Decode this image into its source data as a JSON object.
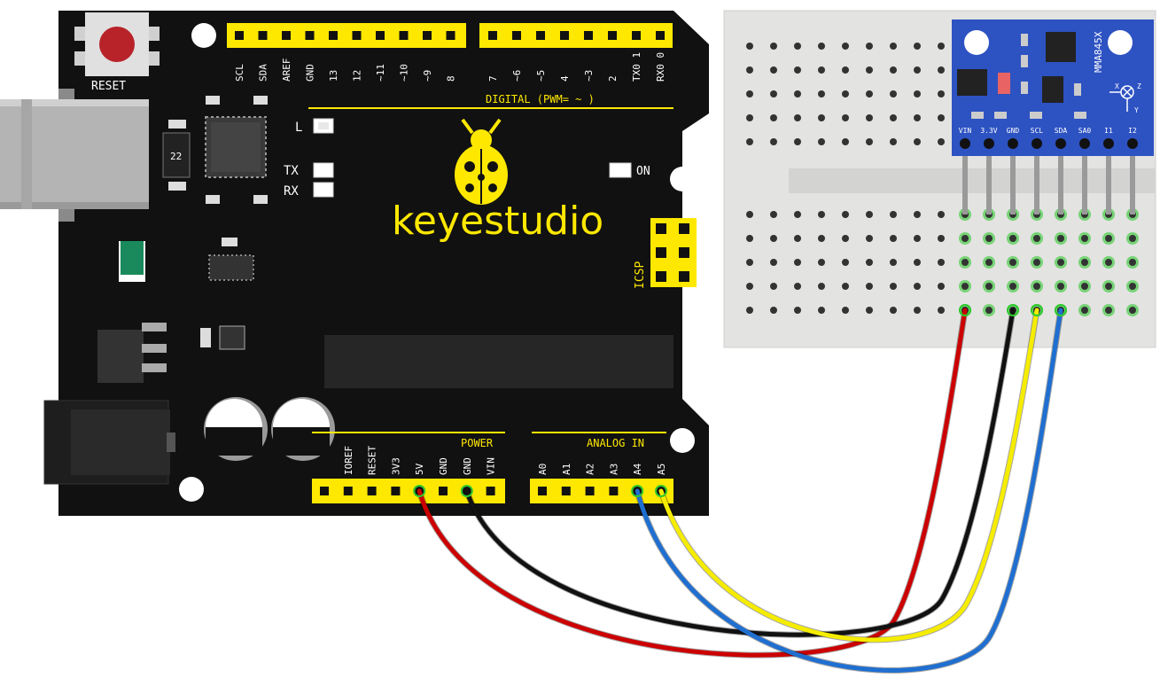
{
  "board": {
    "brand": "keyestudio",
    "reset_label": "RESET",
    "header_top_left": [
      "SCL",
      "SDA",
      "AREF",
      "GND",
      "13",
      "12",
      "~11",
      "~10",
      "~9",
      "8"
    ],
    "header_top_right": [
      "7",
      "~6",
      "~5",
      "4",
      "~3",
      "2",
      "TX0 1",
      "RX0 0"
    ],
    "digital_label": "DIGITAL (PWM= ~ )",
    "led_l": "L",
    "led_tx": "TX",
    "led_rx": "RX",
    "led_on": "ON",
    "icsp": "ICSP",
    "regulator_code": "22",
    "power_label": "POWER",
    "analog_label": "ANALOG IN",
    "power_pins": [
      "IOREF",
      "RESET",
      "3V3",
      "5V",
      "GND",
      "GND",
      "VIN"
    ],
    "analog_pins": [
      "A0",
      "A1",
      "A2",
      "A3",
      "A4",
      "A5"
    ]
  },
  "module": {
    "chip": "MMA845X",
    "pins": [
      "VIN",
      "3.3V",
      "GND",
      "SCL",
      "SDA",
      "SA0",
      "I1",
      "I2"
    ],
    "axes": [
      "X",
      "Y",
      "Z"
    ]
  },
  "wires": [
    {
      "from": "5V",
      "to": "VIN",
      "color": "#cc0000"
    },
    {
      "from": "GND",
      "to": "GND",
      "color": "#111111"
    },
    {
      "from": "A5",
      "to": "SCL",
      "color": "#f5ec00"
    },
    {
      "from": "A4",
      "to": "SDA",
      "color": "#1f6fd1"
    }
  ],
  "colors": {
    "board": "#111111",
    "header": "#ffe800",
    "breadboard": "#e2e2e0",
    "module": "#2d52c2",
    "active_hole": "#2ec82e"
  }
}
